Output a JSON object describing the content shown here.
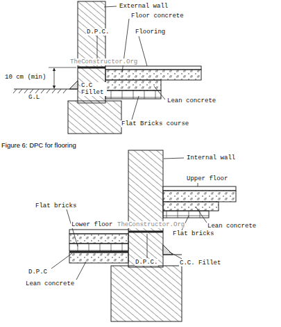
{
  "diagram": {
    "caption": "Figure 6: DPC for flooring",
    "labels": [
      "External wall",
      "Floor concrete",
      "D.P.C.",
      "Flooring",
      "TheConstructor.Org",
      "10 cm (min)",
      "G.L",
      "C.C Fillet",
      "Lean concrete",
      "Flat Bricks course",
      "Internal wall",
      "Upper floor",
      "Flat bricks",
      "Lean concrete",
      "Lower floor",
      "TheConstructor.Org",
      "Flat bricks",
      "D.P.C.",
      "C.C. Fillet",
      "D.P.C",
      "Lean concrete"
    ]
  }
}
